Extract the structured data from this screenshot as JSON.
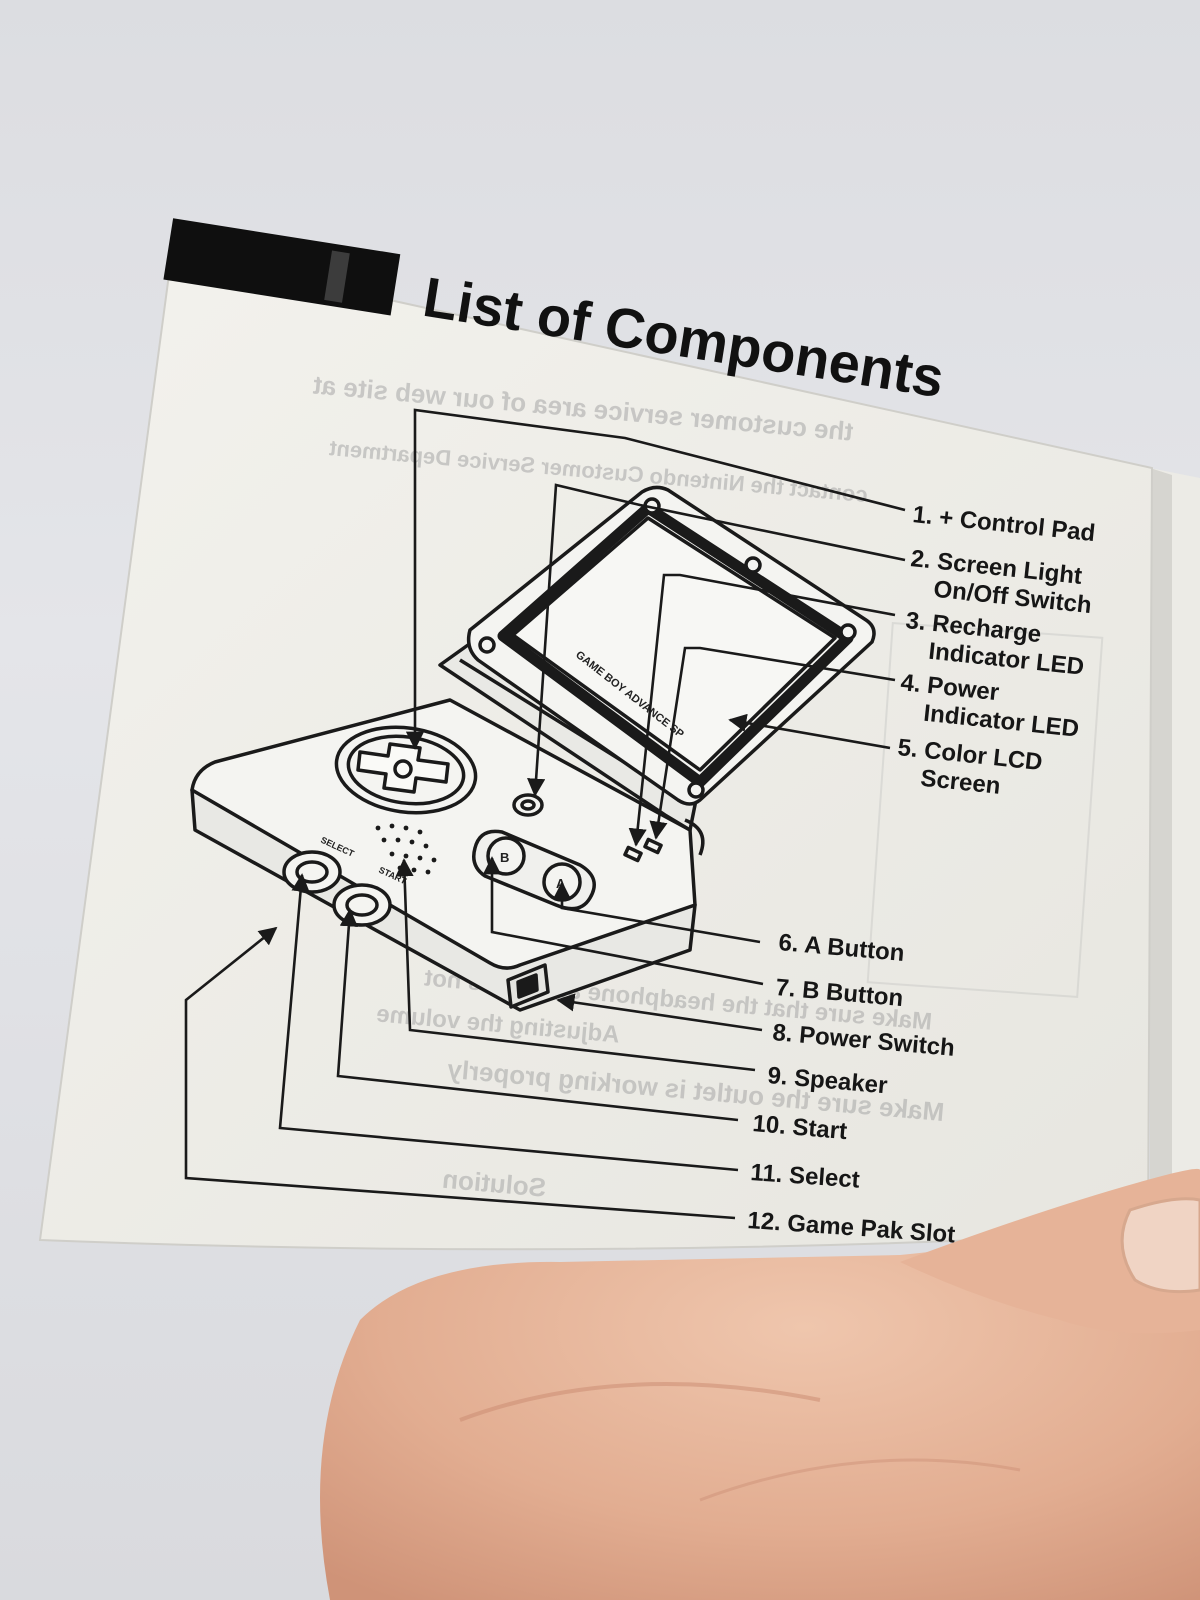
{
  "manual": {
    "section_title": "List of Components",
    "device_logo": "GAME BOY ADVANCE SP",
    "button_marks": {
      "select": "SELECT",
      "start": "START",
      "b": "B",
      "a": "A"
    },
    "components": [
      {
        "lines": [
          "1. + Control Pad"
        ]
      },
      {
        "lines": [
          "2. Screen Light",
          "On/Off Switch"
        ]
      },
      {
        "lines": [
          "3. Recharge",
          "Indicator LED"
        ]
      },
      {
        "lines": [
          "4. Power",
          "Indicator LED"
        ]
      },
      {
        "lines": [
          "5. Color LCD",
          "Screen"
        ]
      },
      {
        "lines": [
          "6. A Button"
        ]
      },
      {
        "lines": [
          "7. B Button"
        ]
      },
      {
        "lines": [
          "8. Power Switch"
        ]
      },
      {
        "lines": [
          "9. Speaker"
        ]
      },
      {
        "lines": [
          "10. Start"
        ]
      },
      {
        "lines": [
          "11. Select"
        ]
      },
      {
        "lines": [
          "12. Game Pak Slot"
        ]
      }
    ],
    "bleed_through_text": [
      "the customer service area of our web site at",
      "contact the Nintendo Customer Service Department",
      "Make sure the outlet is working properly",
      "Adjusting the volume",
      "Make sure that the headphone adapter is not",
      "Solution"
    ]
  }
}
